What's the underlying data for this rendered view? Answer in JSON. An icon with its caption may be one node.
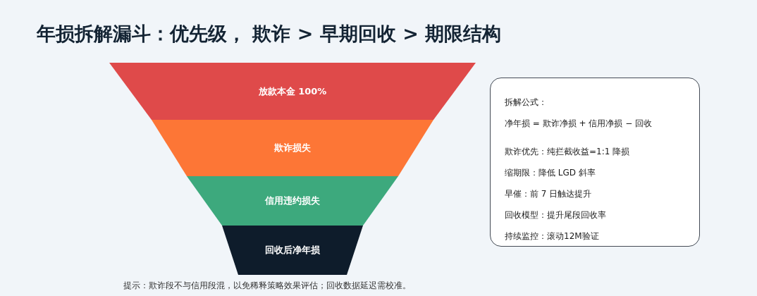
{
  "diagram": {
    "title": "年损拆解漏斗：优先级， 欺诈 > 早期回收 > 期限结构",
    "nodes": [
      {
        "text": [
          "放款本金 100%"
        ]
      },
      {
        "text": [
          "欺诈损失"
        ]
      },
      {
        "text": [
          "信用违约损失"
        ]
      },
      {
        "text": [
          "回收后净年损"
        ]
      },
      {
        "text": [
          "拆解公式：",
          "净年损 = 欺诈净损 + 信用净损 − 回收",
          "欺诈优先：纯拦截收益=1:1 降损",
          "缩期限：降低 LGD 斜率",
          "早催：前 7 日触达提升",
          "回收模型：提升尾段回收率",
          "持续监控：滚动12M验证"
        ]
      }
    ],
    "labels": [
      "提示：欺诈段不与信用段混，以免稀释策略效果评估；回收数据延迟需校准。"
    ]
  }
}
